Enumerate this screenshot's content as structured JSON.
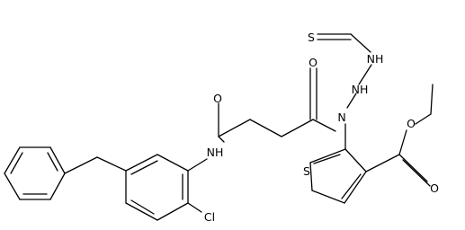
{
  "structure": {
    "atoms": {
      "carbonyl_O_amide": "O",
      "carbonyl_O_acyl": "O",
      "thioformyl_S": "S",
      "hydrazine_N1": "NH",
      "hydrazine_N2": "NH",
      "acyl_N": "N",
      "anilide_N": "NH",
      "chloro": "Cl",
      "thiophene_S": "S",
      "ester_O_single": "O",
      "ester_O_double": "O"
    },
    "colors": {
      "bond": "#000000",
      "atom_label": "#000000",
      "background": "#ffffff"
    }
  }
}
